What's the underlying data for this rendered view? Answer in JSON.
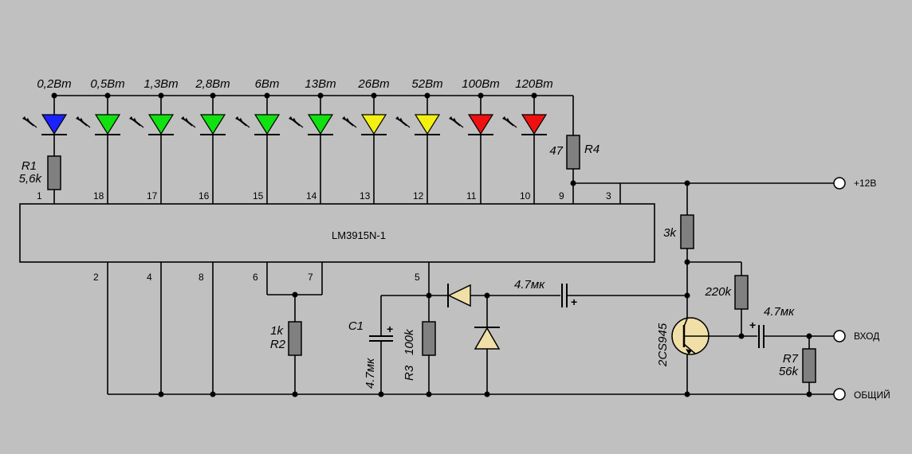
{
  "colors": {
    "background": "#c0c0c0",
    "resistor_fill": "#808080",
    "transistor_fill": "#f0e0a8",
    "led_blue": "#1a22ff",
    "led_green": "#11e011",
    "led_yellow": "#f4f011",
    "led_red": "#ee1111"
  },
  "leds": [
    {
      "label": "0,2Bm",
      "color": "blue"
    },
    {
      "label": "0,5Bm",
      "color": "green"
    },
    {
      "label": "1,3Bm",
      "color": "green"
    },
    {
      "label": "2,8Bm",
      "color": "green"
    },
    {
      "label": "6Bm",
      "color": "green"
    },
    {
      "label": "13Bm",
      "color": "green"
    },
    {
      "label": "26Bm",
      "color": "yellow"
    },
    {
      "label": "52Bm",
      "color": "yellow"
    },
    {
      "label": "100Bm",
      "color": "red"
    },
    {
      "label": "120Bm",
      "color": "red"
    }
  ],
  "ic": {
    "name": "LM3915N-1",
    "top_pins": [
      "1",
      "18",
      "17",
      "16",
      "15",
      "14",
      "13",
      "12",
      "11",
      "10",
      "9",
      "3"
    ],
    "bottom_pins": [
      "2",
      "4",
      "8",
      "6",
      "7",
      "5"
    ]
  },
  "components": {
    "r1_name": "R1",
    "r1_value": "5,6k",
    "r4_name": "R4",
    "r4_value": "47",
    "r_3k_value": "3k",
    "r2_name": "R2",
    "r2_value": "1k",
    "c1_name": "C1",
    "c1_value": "4.7мк",
    "r3_name": "R3",
    "r3_value": "100k",
    "cap_top_value": "4.7мк",
    "r_220k_value": "220k",
    "cap_right_value": "4.7мк",
    "transistor": "2CS945",
    "r7_name": "R7",
    "r7_value": "56k",
    "plus": "+"
  },
  "terminals": {
    "power": "+12B",
    "input": "ВХОД",
    "ground": "ОБЩИЙ"
  }
}
